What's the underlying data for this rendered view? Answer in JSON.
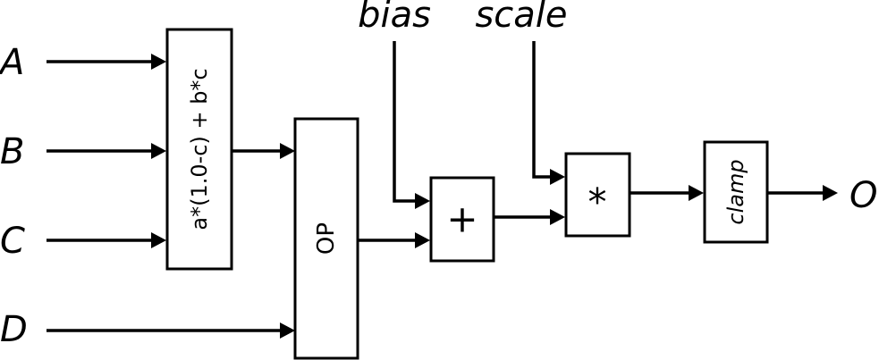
{
  "inputs": {
    "a": "A",
    "b": "B",
    "c": "C",
    "d": "D",
    "bias": "bias",
    "scale": "scale"
  },
  "output": {
    "o": "O"
  },
  "blocks": {
    "lerp": "a*(1.0-c) + b*c",
    "op": "OP",
    "add": "+",
    "multiply": "*",
    "clamp": "clamp"
  }
}
